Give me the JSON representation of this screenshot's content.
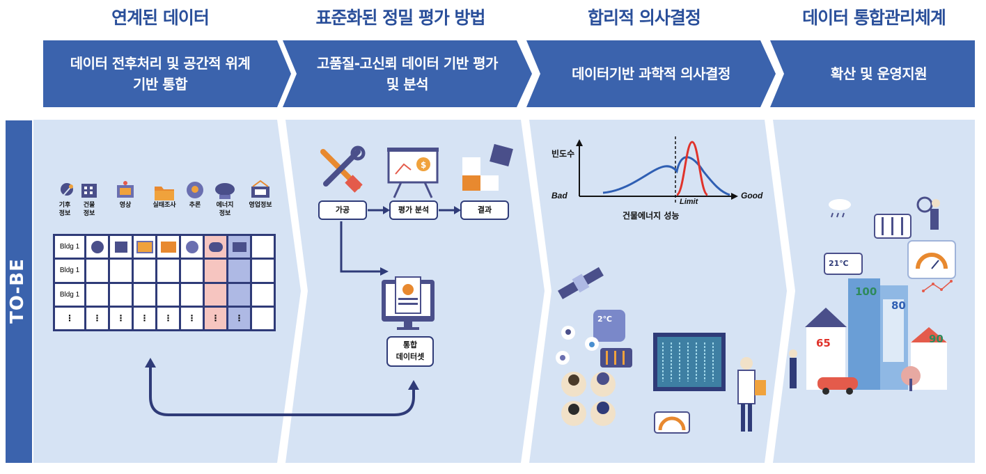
{
  "columns": [
    {
      "title": "연계된 데이터",
      "step": "데이터 전후처리 및 공간적 위계\n기반 통합"
    },
    {
      "title": "표준화된 정밀 평가 방법",
      "step": "고품질-고신뢰 데이터 기반 평가\n및 분석"
    },
    {
      "title": "합리적 의사결정",
      "step": "데이터기반 과학적 의사결정"
    },
    {
      "title": "데이터 통합관리체계",
      "step": "확산 및 운영지원"
    }
  ],
  "side_label": "TO-BE",
  "data_sources": [
    {
      "label": "기후\n정보",
      "icon": "weather-icon"
    },
    {
      "label": "건물\n정보",
      "icon": "building-icon"
    },
    {
      "label": "영상",
      "icon": "image-icon"
    },
    {
      "label": "실태조사",
      "icon": "folder-icon"
    },
    {
      "label": "추론",
      "icon": "brain-icon"
    },
    {
      "label": "에너지\n정보",
      "icon": "energy-cloud-icon"
    },
    {
      "label": "영업정보",
      "icon": "business-icon"
    }
  ],
  "table_rows": [
    "Bldg 1",
    "Bldg 1",
    "Bldg 1",
    "⋮"
  ],
  "process": {
    "step1": "가공",
    "step2": "평가 분석",
    "step3": "결과",
    "output": "통합\n데이터셋"
  },
  "chart": {
    "ylabel": "빈도수",
    "x_left": "Bad",
    "x_right": "Good",
    "limit": "Limit",
    "xlabel": "건물에너지 성능"
  },
  "city_badges": {
    "left": "65",
    "center": "100",
    "right": "80",
    "far_right": "90"
  },
  "temp_readout": "21℃",
  "gauge_temp": "2℃",
  "colors": {
    "chevron": "#3b63ad",
    "panel": "#d6e3f4",
    "title": "#2a4f9a",
    "pink": "#f6c5c0",
    "lavender": "#aeb9e4"
  }
}
